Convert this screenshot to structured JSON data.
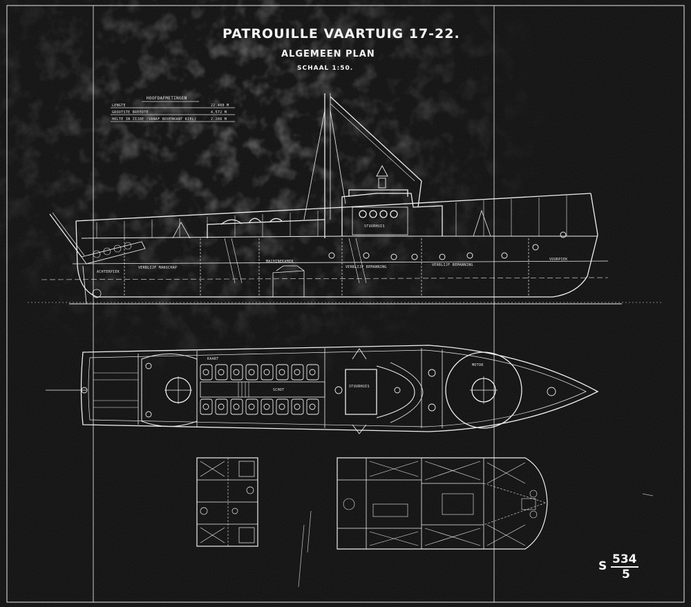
{
  "title": {
    "main": "PATROUILLE VAARTUIG 17-22.",
    "sub": "ALGEMEEN PLAN",
    "scale": "SCHAAL 1:50."
  },
  "hoofdafmetingen": {
    "heading": "HOOFDAFMETINGEN",
    "rows": [
      {
        "label": "LENGTE",
        "value": "22.400 M"
      },
      {
        "label": "GROOTSTE BREEDTE",
        "value": "4.572 M"
      },
      {
        "label": "HOLTE IN ZIJDE (VANAF BOVENKANT KIEL)",
        "value": "2.286 M"
      }
    ]
  },
  "profile_labels": {
    "achterpiek": "ACHTERPIEK",
    "verblijf_manschap": "VERBLIJF MANSCHAP",
    "verblijf_bemanning_1": "VERBLIJF BEMANNING",
    "verblijf_bemanning_2": "VERBLIJF BEMANNING",
    "voorpiek": "VOORPIEK",
    "stuurhuis": "STUURHUIS",
    "machinekamer": "MACHINEKAMER"
  },
  "deck_labels": {
    "motor": "MOTOR",
    "stuurhuis": "STUURHUIS",
    "schot": "SCHOT",
    "kaart": "KAART"
  },
  "drawing_number": {
    "prefix": "S",
    "numerator": "534",
    "denominator": "5"
  },
  "colors": {
    "paper": "#121212",
    "ink": "#f2f2f2"
  }
}
